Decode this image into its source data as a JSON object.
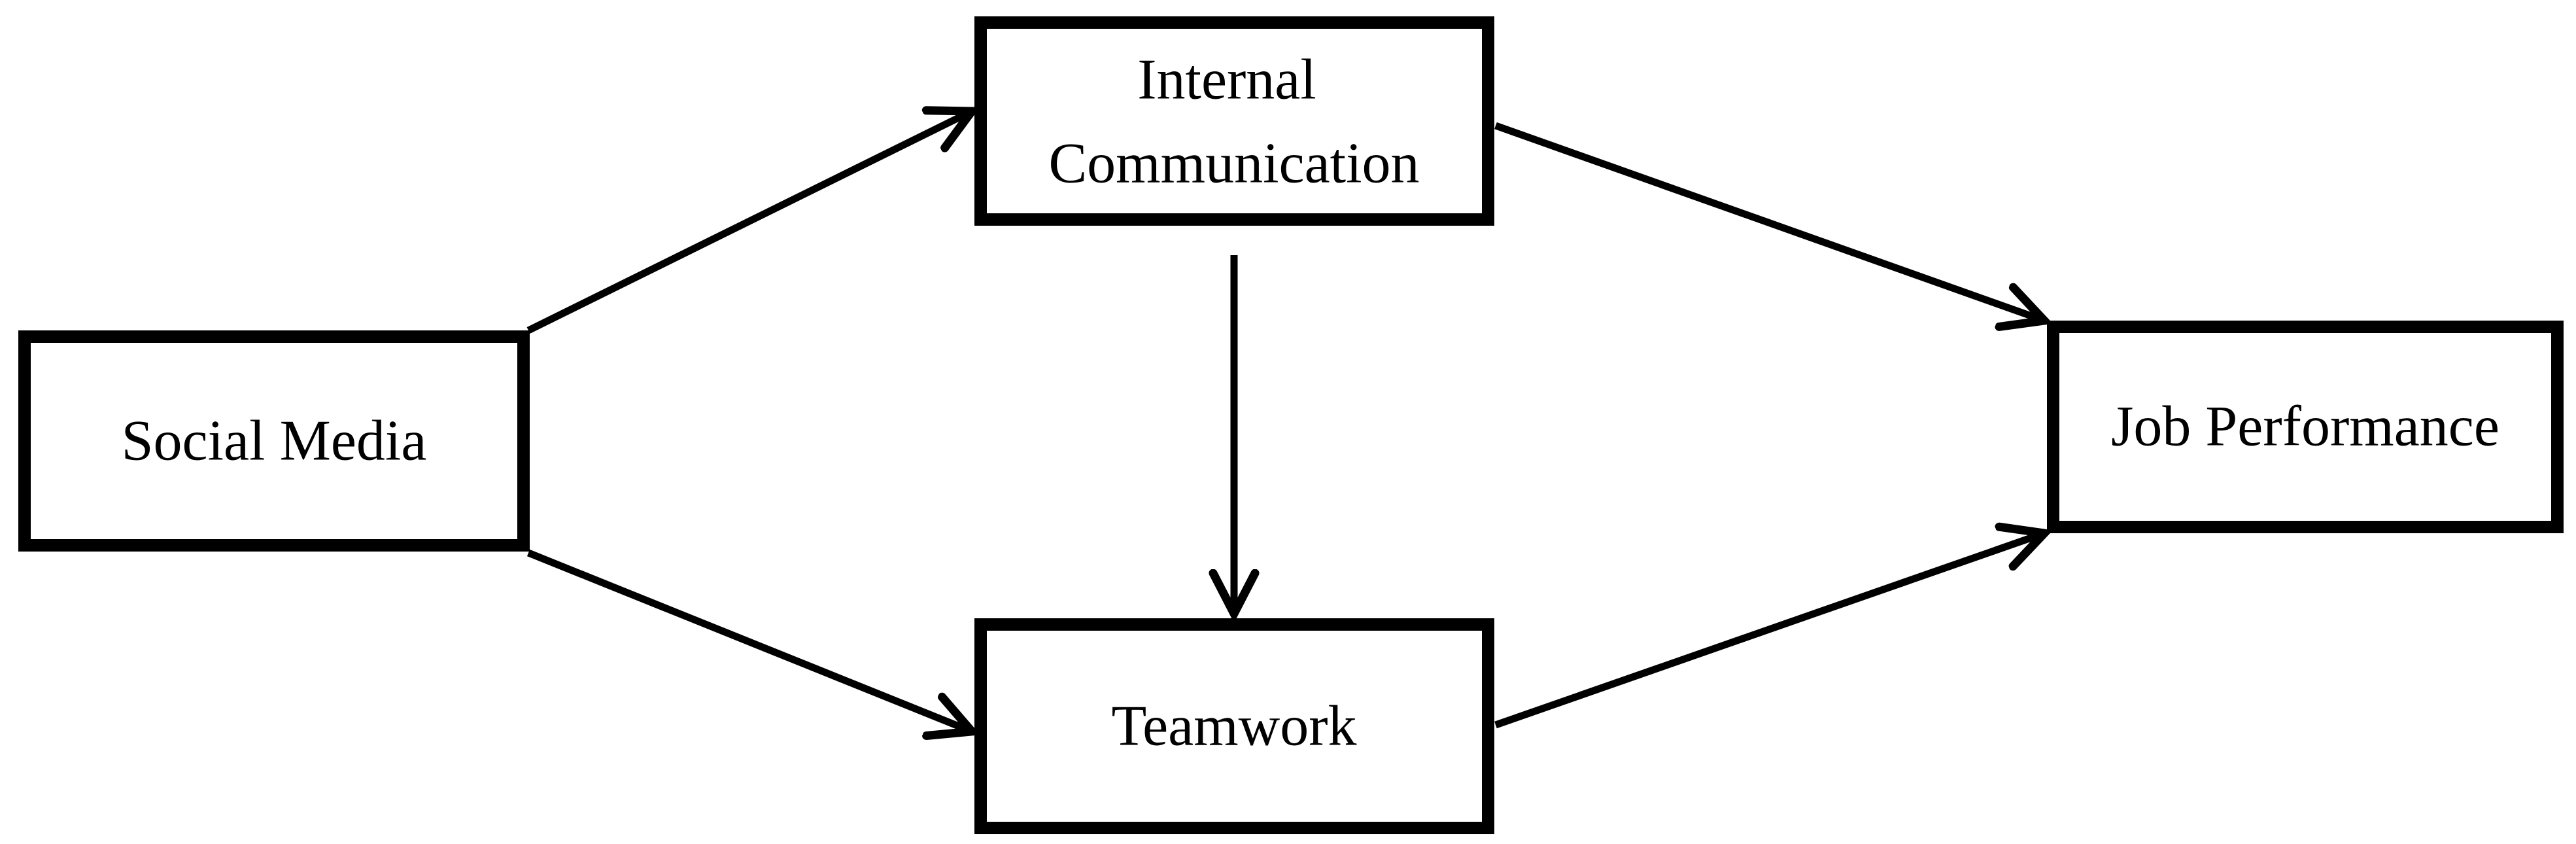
{
  "diagram": {
    "background_color": "#ffffff",
    "stroke_color": "#000000",
    "nodes": [
      {
        "id": "social-media",
        "label": "Social Media"
      },
      {
        "id": "internal-communication",
        "label": "Internal Communication",
        "lines": [
          "Internal",
          "Communication"
        ]
      },
      {
        "id": "teamwork",
        "label": "Teamwork"
      },
      {
        "id": "job-performance",
        "label": "Job Performance"
      }
    ],
    "edges": [
      {
        "from": "social-media",
        "to": "internal-communication",
        "style": "arrow"
      },
      {
        "from": "social-media",
        "to": "teamwork",
        "style": "arrow"
      },
      {
        "from": "internal-communication",
        "to": "job-performance",
        "style": "arrow"
      },
      {
        "from": "internal-communication",
        "to": "teamwork",
        "style": "arrow"
      },
      {
        "from": "teamwork",
        "to": "job-performance",
        "style": "arrow"
      }
    ]
  }
}
